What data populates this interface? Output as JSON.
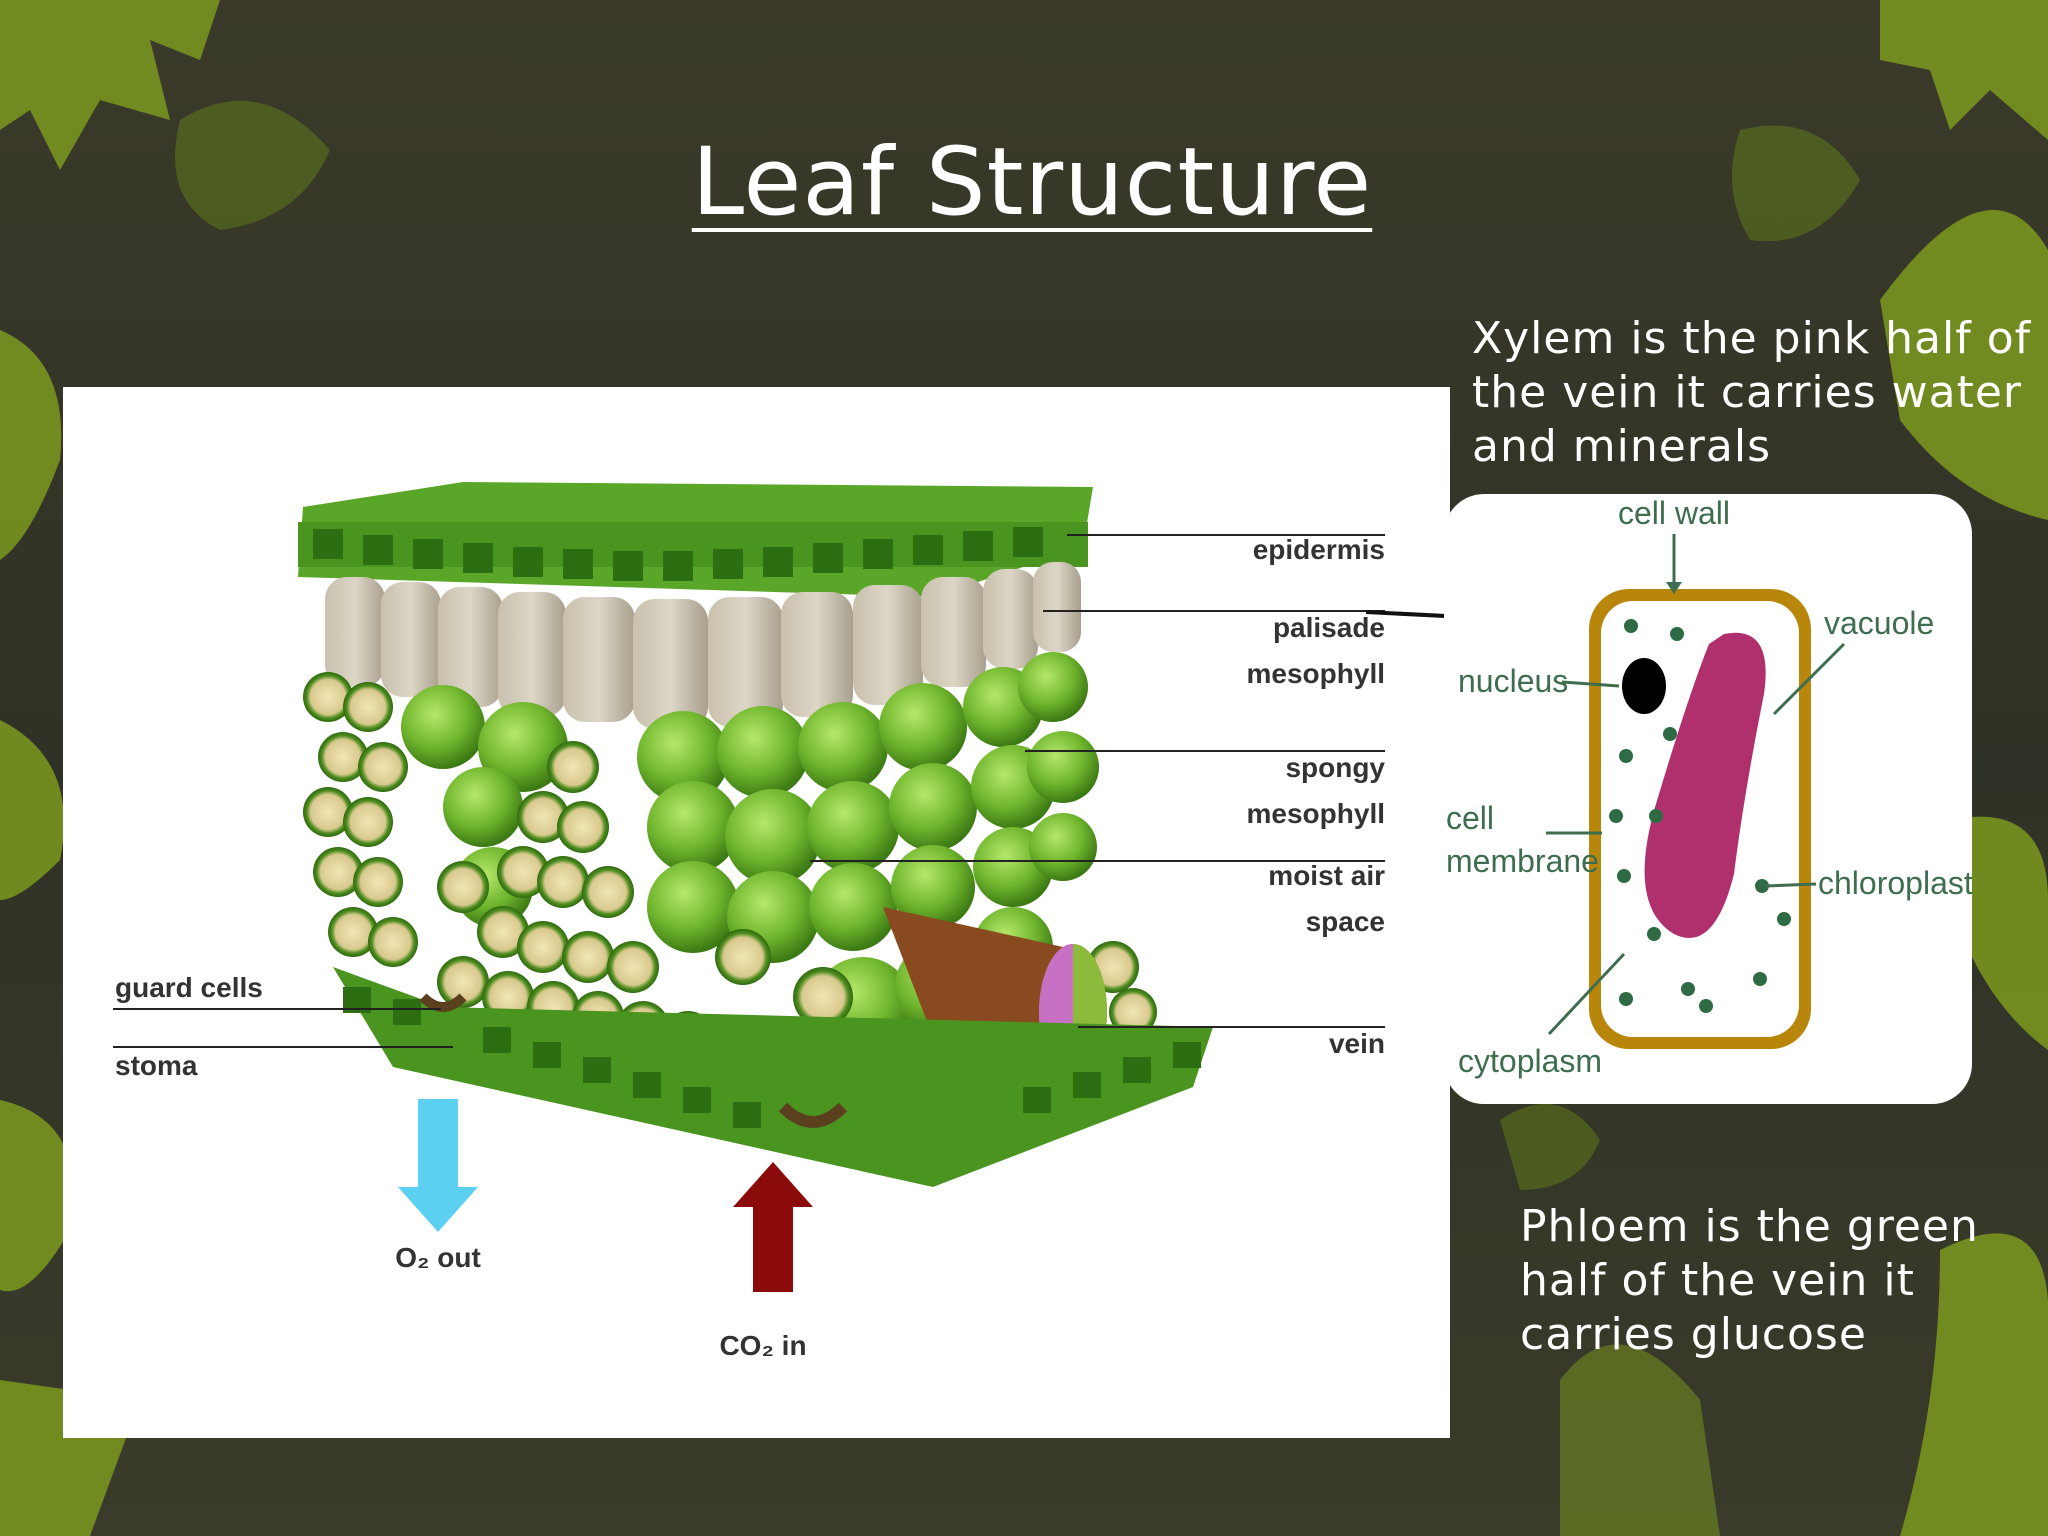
{
  "slide": {
    "title": "Leaf Structure",
    "xylem_note": "Xylem is the pink half of the vein it carries water and minerals",
    "phloem_note": "Phloem is the green half of the vein it carries glucose"
  },
  "leaf_diagram": {
    "labels": {
      "epidermis": "epidermis",
      "palisade_1": "palisade",
      "palisade_2": "mesophyll",
      "spongy_1": "spongy",
      "spongy_2": "mesophyll",
      "air_1": "moist air",
      "air_2": "space",
      "vein": "vein",
      "guard_cells": "guard cells",
      "stoma": "stoma",
      "o2_out": "O₂ out",
      "co2_in": "CO₂ in"
    },
    "arrow_colors": {
      "o2": "#5cd0f0",
      "co2": "#8b0a0a"
    }
  },
  "cell_diagram": {
    "labels": {
      "cell_wall": "cell wall",
      "vacuole": "vacuole",
      "nucleus": "nucleus",
      "cell_membrane_1": "cell",
      "cell_membrane_2": "membrane",
      "chloroplasts": "chloroplasts",
      "cytoplasm": "cytoplasm"
    },
    "colors": {
      "wall": "#b8860b",
      "vacuole": "#b0306e",
      "chloroplast": "#2e6b45"
    }
  }
}
